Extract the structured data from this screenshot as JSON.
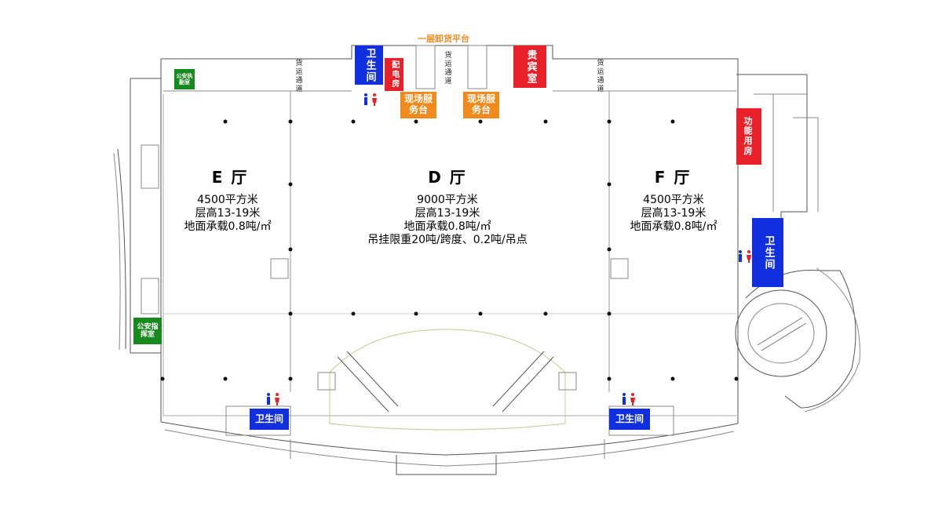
{
  "colors": {
    "blue": "#1030e0",
    "red": "#e8202a",
    "orange": "#f08a1c",
    "green": "#178a1e"
  },
  "dock_title": "一层卸货平台",
  "halls": [
    {
      "name": "E  厅",
      "lines": [
        "4500平方米",
        "层高13-19米",
        "地面承载0.8吨/㎡"
      ]
    },
    {
      "name": "D  厅",
      "lines": [
        "9000平方米",
        "层高13-19米",
        "地面承载0.8吨/㎡",
        "吊挂限重20吨/跨度、0.2吨/吊点"
      ]
    },
    {
      "name": "F  厅",
      "lines": [
        "4500平方米",
        "层高13-19米",
        "地面承载0.8吨/㎡"
      ]
    }
  ],
  "rooms": {
    "restroom_top": "卫生间",
    "power_room": "配电房",
    "service_1": "现场服务台",
    "service_2": "现场服务台",
    "vip_room": "贵宾室",
    "function_room": "功能用房",
    "restroom_right": "卫生间",
    "restroom_bottom_left": "卫生间",
    "restroom_bottom_right": "卫生间",
    "police_duty": "公安执勤室",
    "police_command": "公安指挥室"
  },
  "corridors": [
    "货运通道",
    "货运通道",
    "货运通道"
  ],
  "icons": [
    "restroom-icon",
    "restroom-icon",
    "restroom-icon",
    "restroom-icon",
    "restroom-icon"
  ]
}
